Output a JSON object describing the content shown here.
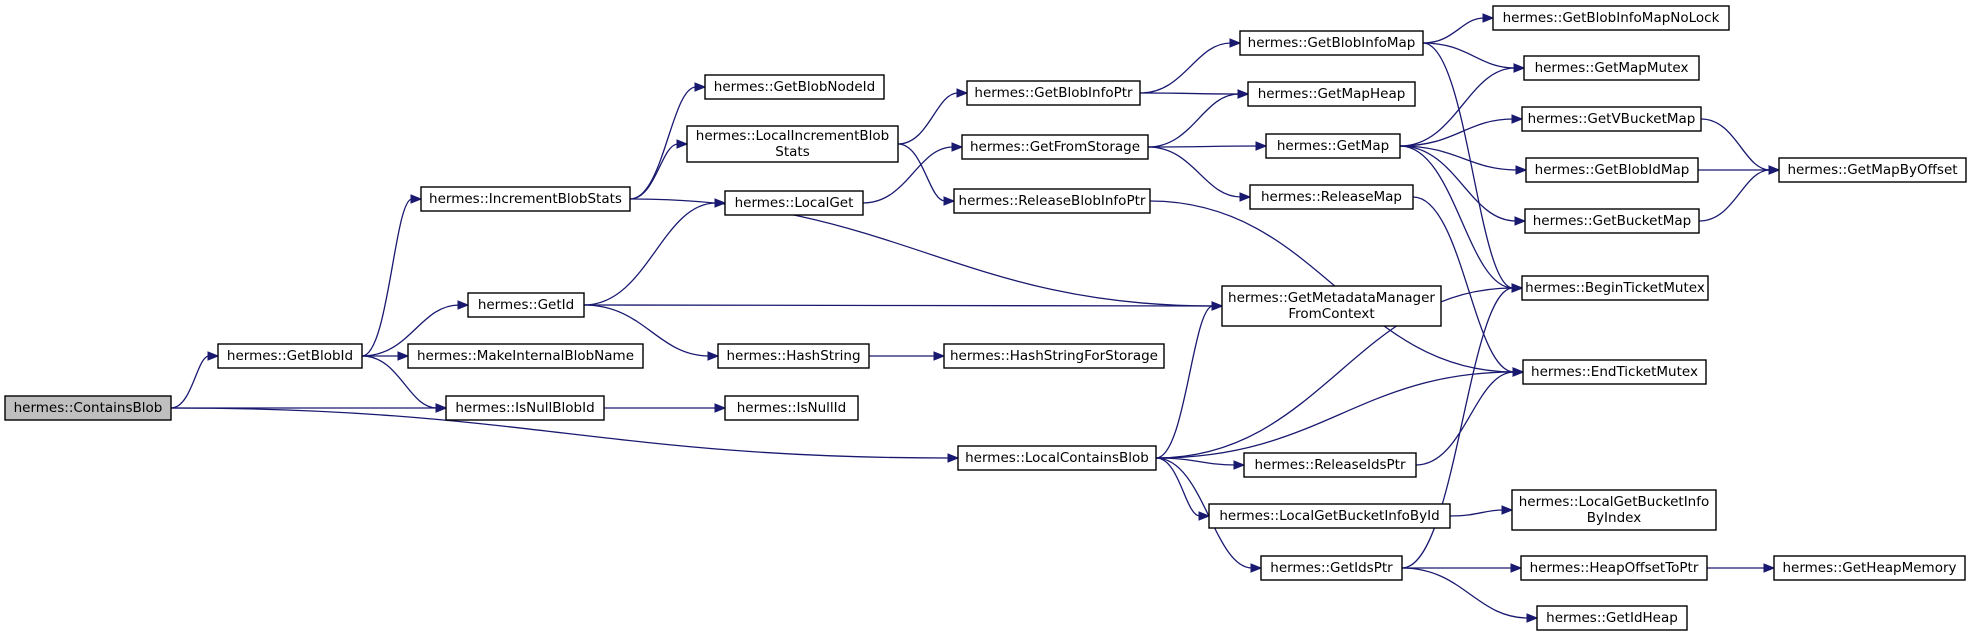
{
  "diagram": {
    "title": "",
    "nodes": [
      {
        "id": "ContainsBlob",
        "lines": [
          "hermes::ContainsBlob"
        ],
        "root": true
      },
      {
        "id": "GetBlobId",
        "lines": [
          "hermes::GetBlobId"
        ]
      },
      {
        "id": "IsNullBlobId",
        "lines": [
          "hermes::IsNullBlobId"
        ]
      },
      {
        "id": "LocalContainsBlob",
        "lines": [
          "hermes::LocalContainsBlob"
        ]
      },
      {
        "id": "IncrementBlobStats",
        "lines": [
          "hermes::IncrementBlobStats"
        ]
      },
      {
        "id": "GetId",
        "lines": [
          "hermes::GetId"
        ]
      },
      {
        "id": "MakeInternalBlobName",
        "lines": [
          "hermes::MakeInternalBlobName"
        ]
      },
      {
        "id": "GetBlobNodeId",
        "lines": [
          "hermes::GetBlobNodeId"
        ]
      },
      {
        "id": "LocalIncrementBlobStats",
        "lines": [
          "hermes::LocalIncrementBlob",
          "Stats"
        ]
      },
      {
        "id": "LocalGet",
        "lines": [
          "hermes::LocalGet"
        ]
      },
      {
        "id": "HashString",
        "lines": [
          "hermes::HashString"
        ]
      },
      {
        "id": "IsNullId",
        "lines": [
          "hermes::IsNullId"
        ]
      },
      {
        "id": "GetBlobInfoPtr",
        "lines": [
          "hermes::GetBlobInfoPtr"
        ]
      },
      {
        "id": "GetFromStorage",
        "lines": [
          "hermes::GetFromStorage"
        ]
      },
      {
        "id": "ReleaseBlobInfoPtr",
        "lines": [
          "hermes::ReleaseBlobInfoPtr"
        ]
      },
      {
        "id": "HashStringForStorage",
        "lines": [
          "hermes::HashStringForStorage"
        ]
      },
      {
        "id": "GetMetadataManagerFromContext",
        "lines": [
          "hermes::GetMetadataManager",
          "FromContext"
        ]
      },
      {
        "id": "GetBlobInfoMap",
        "lines": [
          "hermes::GetBlobInfoMap"
        ]
      },
      {
        "id": "GetMapHeap",
        "lines": [
          "hermes::GetMapHeap"
        ]
      },
      {
        "id": "GetMap",
        "lines": [
          "hermes::GetMap"
        ]
      },
      {
        "id": "ReleaseMap",
        "lines": [
          "hermes::ReleaseMap"
        ]
      },
      {
        "id": "ReleaseIdsPtr",
        "lines": [
          "hermes::ReleaseIdsPtr"
        ]
      },
      {
        "id": "LocalGetBucketInfoById",
        "lines": [
          "hermes::LocalGetBucketInfoById"
        ]
      },
      {
        "id": "GetIdsPtr",
        "lines": [
          "hermes::GetIdsPtr"
        ]
      },
      {
        "id": "GetBlobInfoMapNoLock",
        "lines": [
          "hermes::GetBlobInfoMapNoLock"
        ]
      },
      {
        "id": "GetMapMutex",
        "lines": [
          "hermes::GetMapMutex"
        ]
      },
      {
        "id": "GetVBucketMap",
        "lines": [
          "hermes::GetVBucketMap"
        ]
      },
      {
        "id": "GetBlobIdMap",
        "lines": [
          "hermes::GetBlobIdMap"
        ]
      },
      {
        "id": "GetBucketMap",
        "lines": [
          "hermes::GetBucketMap"
        ]
      },
      {
        "id": "BeginTicketMutex",
        "lines": [
          "hermes::BeginTicketMutex"
        ]
      },
      {
        "id": "EndTicketMutex",
        "lines": [
          "hermes::EndTicketMutex"
        ]
      },
      {
        "id": "LocalGetBucketInfoByIndex",
        "lines": [
          "hermes::LocalGetBucketInfo",
          "ByIndex"
        ]
      },
      {
        "id": "HeapOffsetToPtr",
        "lines": [
          "hermes::HeapOffsetToPtr"
        ]
      },
      {
        "id": "GetIdHeap",
        "lines": [
          "hermes::GetIdHeap"
        ]
      },
      {
        "id": "GetMapByOffset",
        "lines": [
          "hermes::GetMapByOffset"
        ]
      },
      {
        "id": "GetHeapMemory",
        "lines": [
          "hermes::GetHeapMemory"
        ]
      }
    ],
    "edges": [
      [
        "ContainsBlob",
        "GetBlobId"
      ],
      [
        "ContainsBlob",
        "IsNullBlobId"
      ],
      [
        "ContainsBlob",
        "LocalContainsBlob"
      ],
      [
        "GetBlobId",
        "IncrementBlobStats"
      ],
      [
        "GetBlobId",
        "GetId"
      ],
      [
        "GetBlobId",
        "MakeInternalBlobName"
      ],
      [
        "GetBlobId",
        "IsNullBlobId"
      ],
      [
        "IsNullBlobId",
        "IsNullId"
      ],
      [
        "IncrementBlobStats",
        "GetBlobNodeId"
      ],
      [
        "IncrementBlobStats",
        "LocalIncrementBlobStats"
      ],
      [
        "IncrementBlobStats",
        "GetMetadataManagerFromContext"
      ],
      [
        "GetId",
        "LocalGet"
      ],
      [
        "GetId",
        "GetMetadataManagerFromContext"
      ],
      [
        "GetId",
        "HashString"
      ],
      [
        "HashString",
        "HashStringForStorage"
      ],
      [
        "LocalIncrementBlobStats",
        "GetBlobInfoPtr"
      ],
      [
        "LocalIncrementBlobStats",
        "ReleaseBlobInfoPtr"
      ],
      [
        "LocalGet",
        "GetFromStorage"
      ],
      [
        "GetBlobInfoPtr",
        "GetBlobInfoMap"
      ],
      [
        "GetBlobInfoPtr",
        "GetMapHeap"
      ],
      [
        "GetFromStorage",
        "GetMapHeap"
      ],
      [
        "GetFromStorage",
        "GetMap"
      ],
      [
        "GetFromStorage",
        "ReleaseMap"
      ],
      [
        "ReleaseBlobInfoPtr",
        "EndTicketMutex"
      ],
      [
        "GetBlobInfoMap",
        "GetBlobInfoMapNoLock"
      ],
      [
        "GetBlobInfoMap",
        "GetMapMutex"
      ],
      [
        "GetBlobInfoMap",
        "BeginTicketMutex"
      ],
      [
        "GetMap",
        "GetMapMutex"
      ],
      [
        "GetMap",
        "GetVBucketMap"
      ],
      [
        "GetMap",
        "GetBlobIdMap"
      ],
      [
        "GetMap",
        "GetBucketMap"
      ],
      [
        "GetMap",
        "BeginTicketMutex"
      ],
      [
        "ReleaseMap",
        "EndTicketMutex"
      ],
      [
        "GetVBucketMap",
        "GetMapByOffset"
      ],
      [
        "GetBlobIdMap",
        "GetMapByOffset"
      ],
      [
        "GetBucketMap",
        "GetMapByOffset"
      ],
      [
        "LocalContainsBlob",
        "GetMetadataManagerFromContext"
      ],
      [
        "LocalContainsBlob",
        "BeginTicketMutex"
      ],
      [
        "LocalContainsBlob",
        "EndTicketMutex"
      ],
      [
        "LocalContainsBlob",
        "ReleaseIdsPtr"
      ],
      [
        "LocalContainsBlob",
        "LocalGetBucketInfoById"
      ],
      [
        "LocalContainsBlob",
        "GetIdsPtr"
      ],
      [
        "ReleaseIdsPtr",
        "EndTicketMutex"
      ],
      [
        "LocalGetBucketInfoById",
        "LocalGetBucketInfoByIndex"
      ],
      [
        "GetIdsPtr",
        "BeginTicketMutex"
      ],
      [
        "GetIdsPtr",
        "HeapOffsetToPtr"
      ],
      [
        "GetIdsPtr",
        "GetIdHeap"
      ],
      [
        "HeapOffsetToPtr",
        "GetHeapMemory"
      ]
    ]
  }
}
